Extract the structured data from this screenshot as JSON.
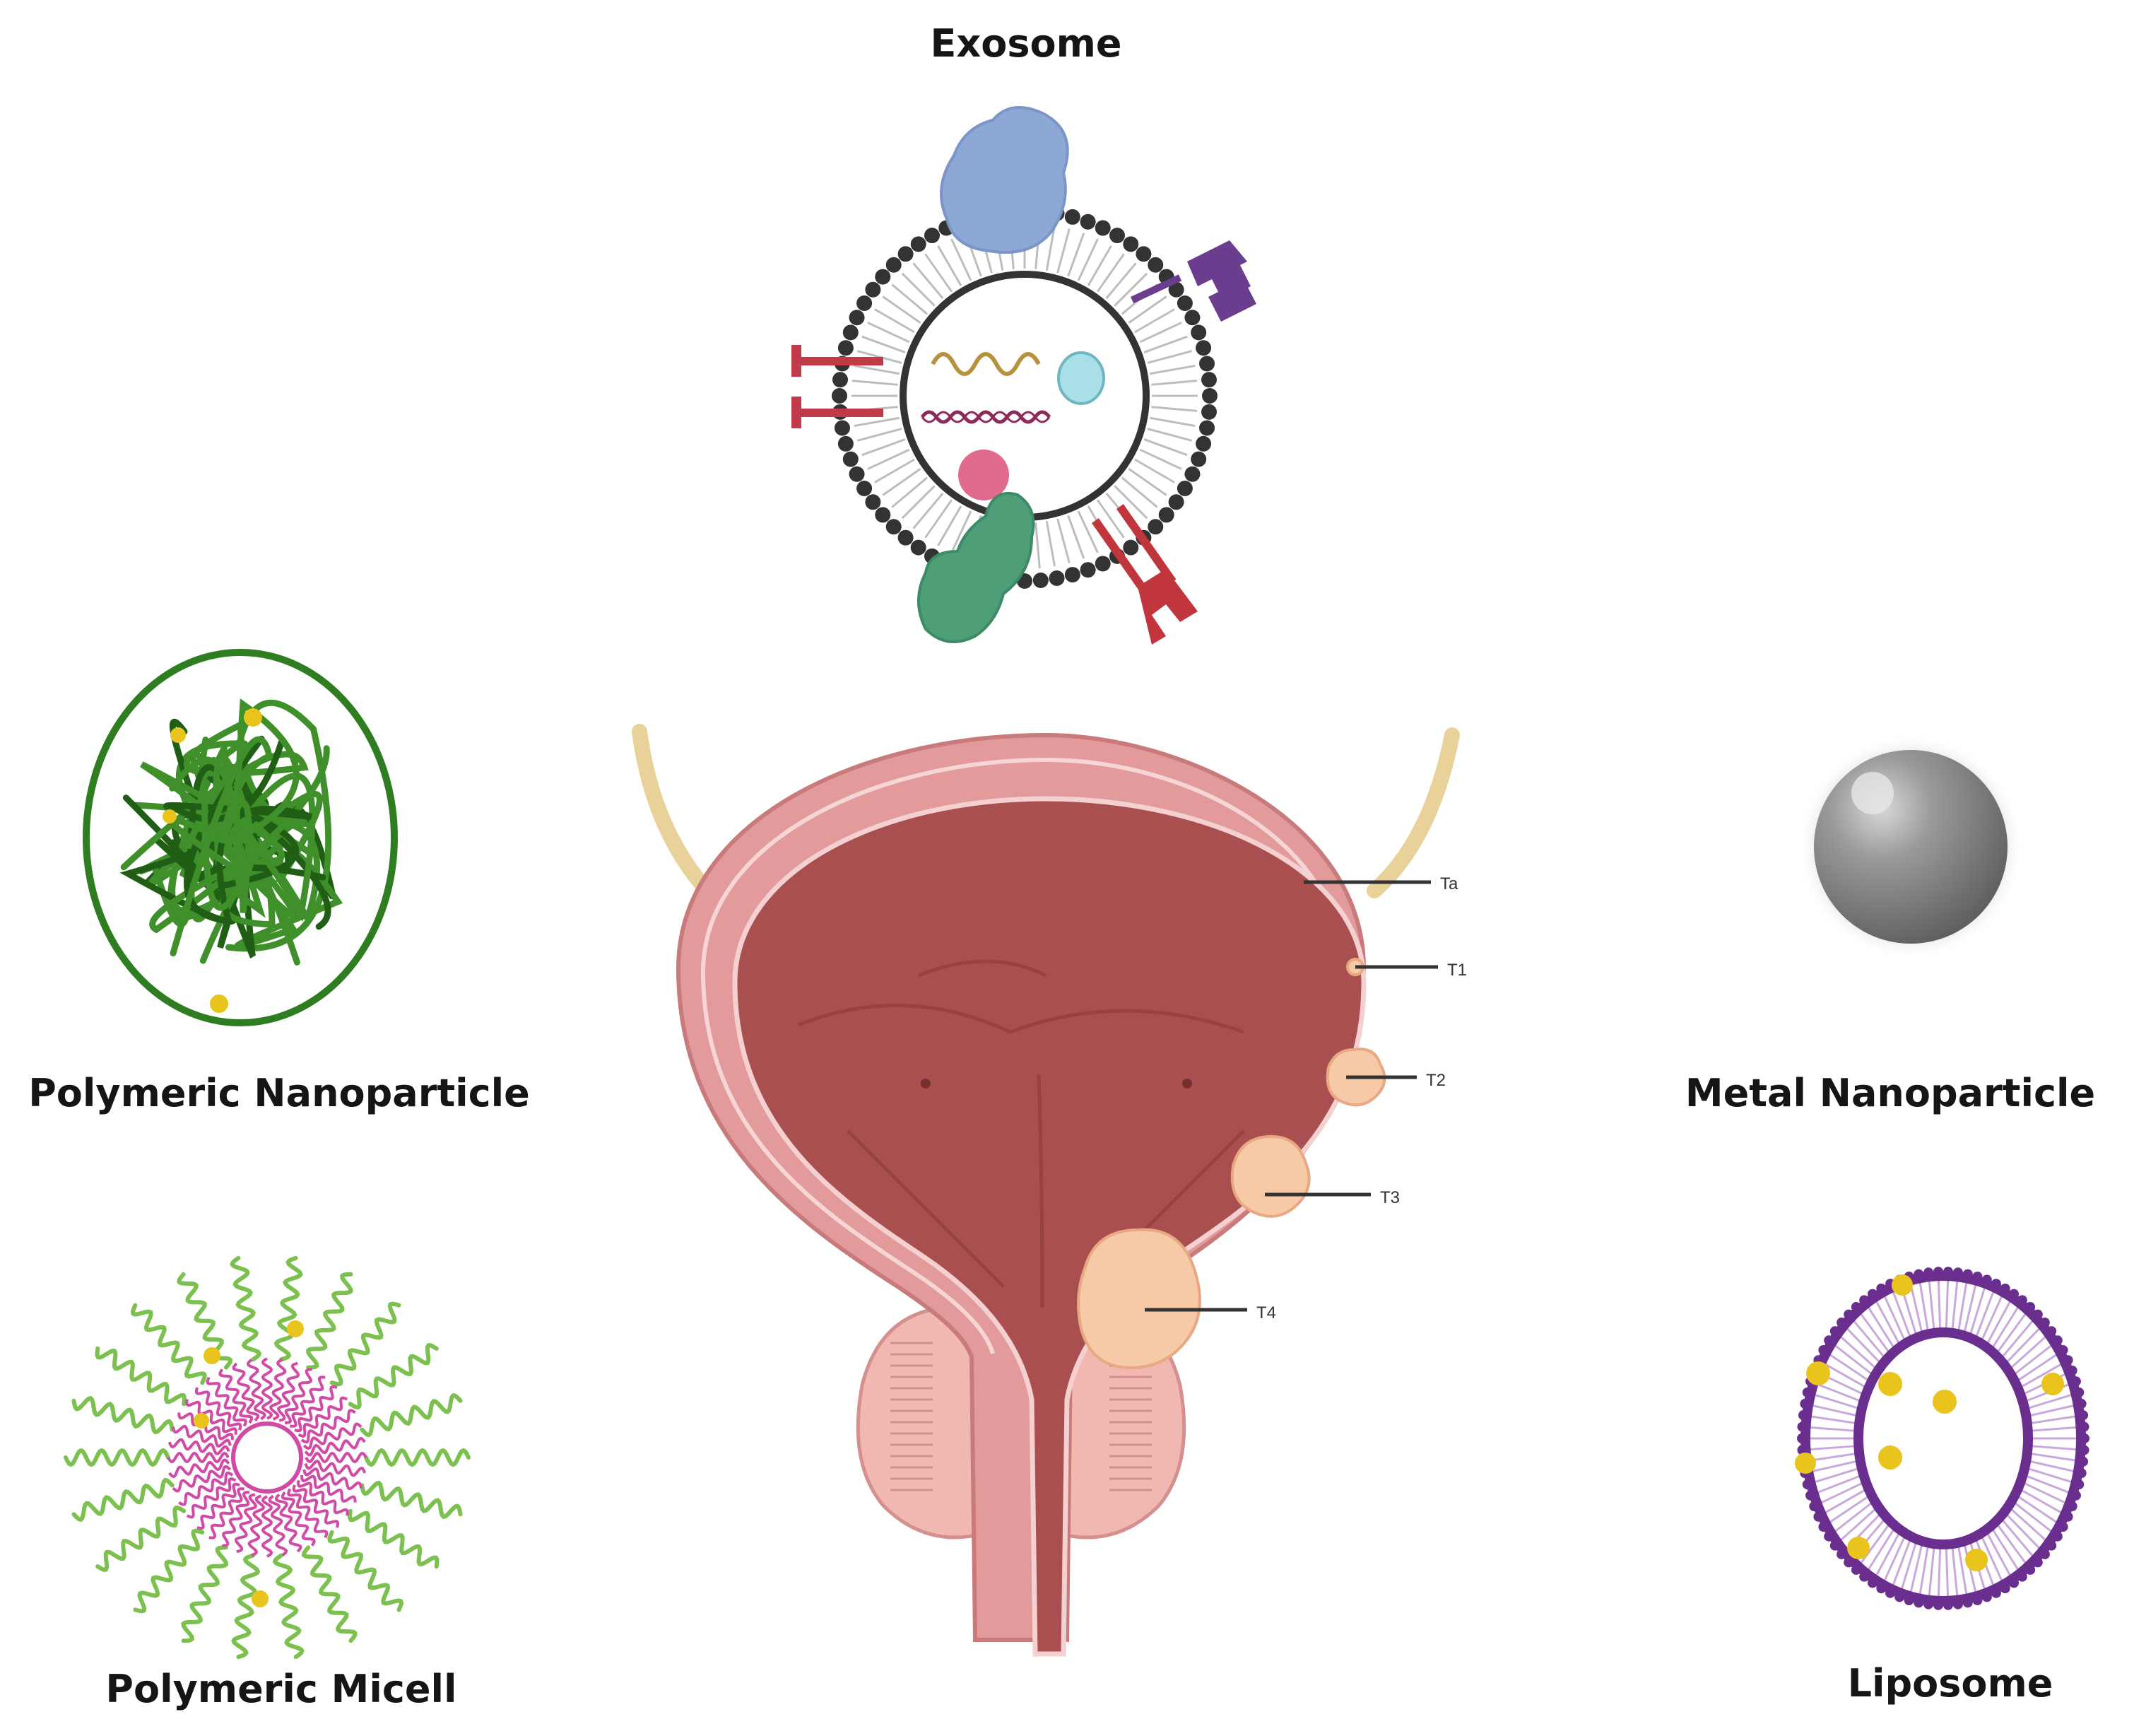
{
  "labels": {
    "exosome": "Exosome",
    "polymeric_nanoparticle": "Polymeric Nanoparticle",
    "metal_nanoparticle": "Metal Nanoparticle",
    "polymeric_micell": "Polymeric Micell",
    "liposome": "Liposome"
  },
  "bladder": {
    "stages": [
      "Ta",
      "T1",
      "T2",
      "T3",
      "T4"
    ]
  },
  "colors": {
    "bladder_wall": "#e39a9a",
    "bladder_lumen": "#a94f4f",
    "tumor": "#f6c9a7",
    "ureter": "#e8d29a",
    "exosome_membrane": "#333333",
    "polymer_green": "#2f7d21",
    "micelle_pink": "#d04aa6",
    "micelle_green": "#7cc04f",
    "liposome_purple": "#6a2e8e",
    "metal_gray": "#8c8c8c",
    "cargo_yellow": "#e8c41c"
  },
  "icons": [
    "exosome-icon",
    "polymeric-nanoparticle-icon",
    "metal-nanoparticle-icon",
    "polymeric-micelle-icon",
    "liposome-icon",
    "bladder-illustration"
  ]
}
